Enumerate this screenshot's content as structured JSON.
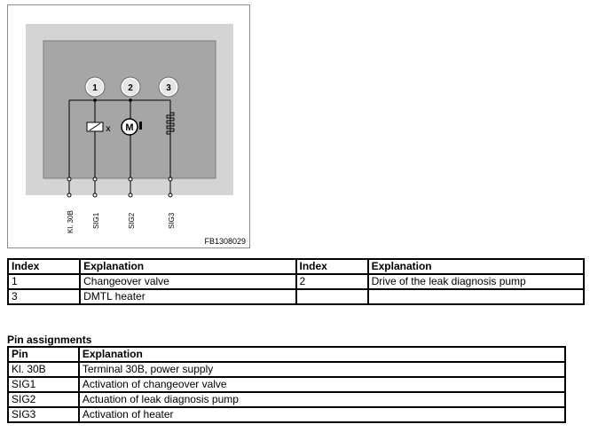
{
  "figure": {
    "pin_numbers": [
      "1",
      "2",
      "3"
    ],
    "motor_symbol": "M",
    "pin_labels": [
      "Kl. 30B",
      "SIG1",
      "SIG2",
      "SIG3"
    ],
    "code": "FB1308029"
  },
  "index_table": {
    "headers": [
      "Index",
      "Explanation",
      "Index",
      "Explanation"
    ],
    "rows": [
      [
        "1",
        "Changeover valve",
        "2",
        "Drive of the leak diagnosis pump"
      ],
      [
        "3",
        "DMTL heater",
        "",
        ""
      ]
    ]
  },
  "pin_section": {
    "title": "Pin assignments",
    "headers": [
      "Pin",
      "Explanation"
    ],
    "rows": [
      [
        "Kl. 30B",
        "Terminal 30B, power supply"
      ],
      [
        "SIG1",
        "Activation of changeover valve"
      ],
      [
        "SIG2",
        "Actuation of leak diagnosis pump"
      ],
      [
        "SIG3",
        "Activation of heater"
      ]
    ]
  }
}
